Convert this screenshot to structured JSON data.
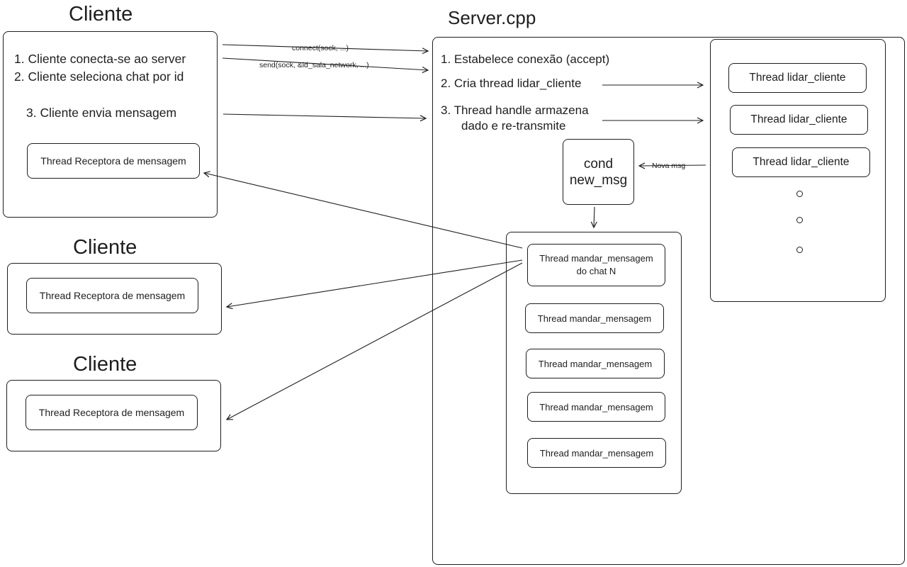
{
  "client_top": {
    "title": "Cliente",
    "step1": "1. Cliente conecta-se ao server",
    "step2": "2. Cliente seleciona chat por id",
    "step3": "3. Cliente envia mensagem",
    "receiver": "Thread Receptora de mensagem"
  },
  "client_mid": {
    "title": "Cliente",
    "receiver": "Thread Receptora de mensagem"
  },
  "client_bot": {
    "title": "Cliente",
    "receiver": "Thread Receptora de mensagem"
  },
  "arrow_labels": {
    "connect": "connect(sock, ...)",
    "send": "send(sock, &id_sala_network, ...)",
    "nova_msg": "Nova msg"
  },
  "server": {
    "title": "Server.cpp",
    "step1": "1. Estabelece conexão (accept)",
    "step2": "2. Cria thread lidar_cliente",
    "step3_line1": "3. Thread handle armazena",
    "step3_line2": "dado e re-transmite",
    "cond_line1": "cond",
    "cond_line2": "new_msg",
    "lidar_threads": [
      "Thread lidar_cliente",
      "Thread lidar_cliente",
      "Thread lidar_cliente"
    ],
    "mandar_first_line1": "Thread mandar_mensagem",
    "mandar_first_line2": "do chat N",
    "mandar_threads": [
      "Thread mandar_mensagem",
      "Thread mandar_mensagem",
      "Thread mandar_mensagem",
      "Thread mandar_mensagem"
    ]
  }
}
